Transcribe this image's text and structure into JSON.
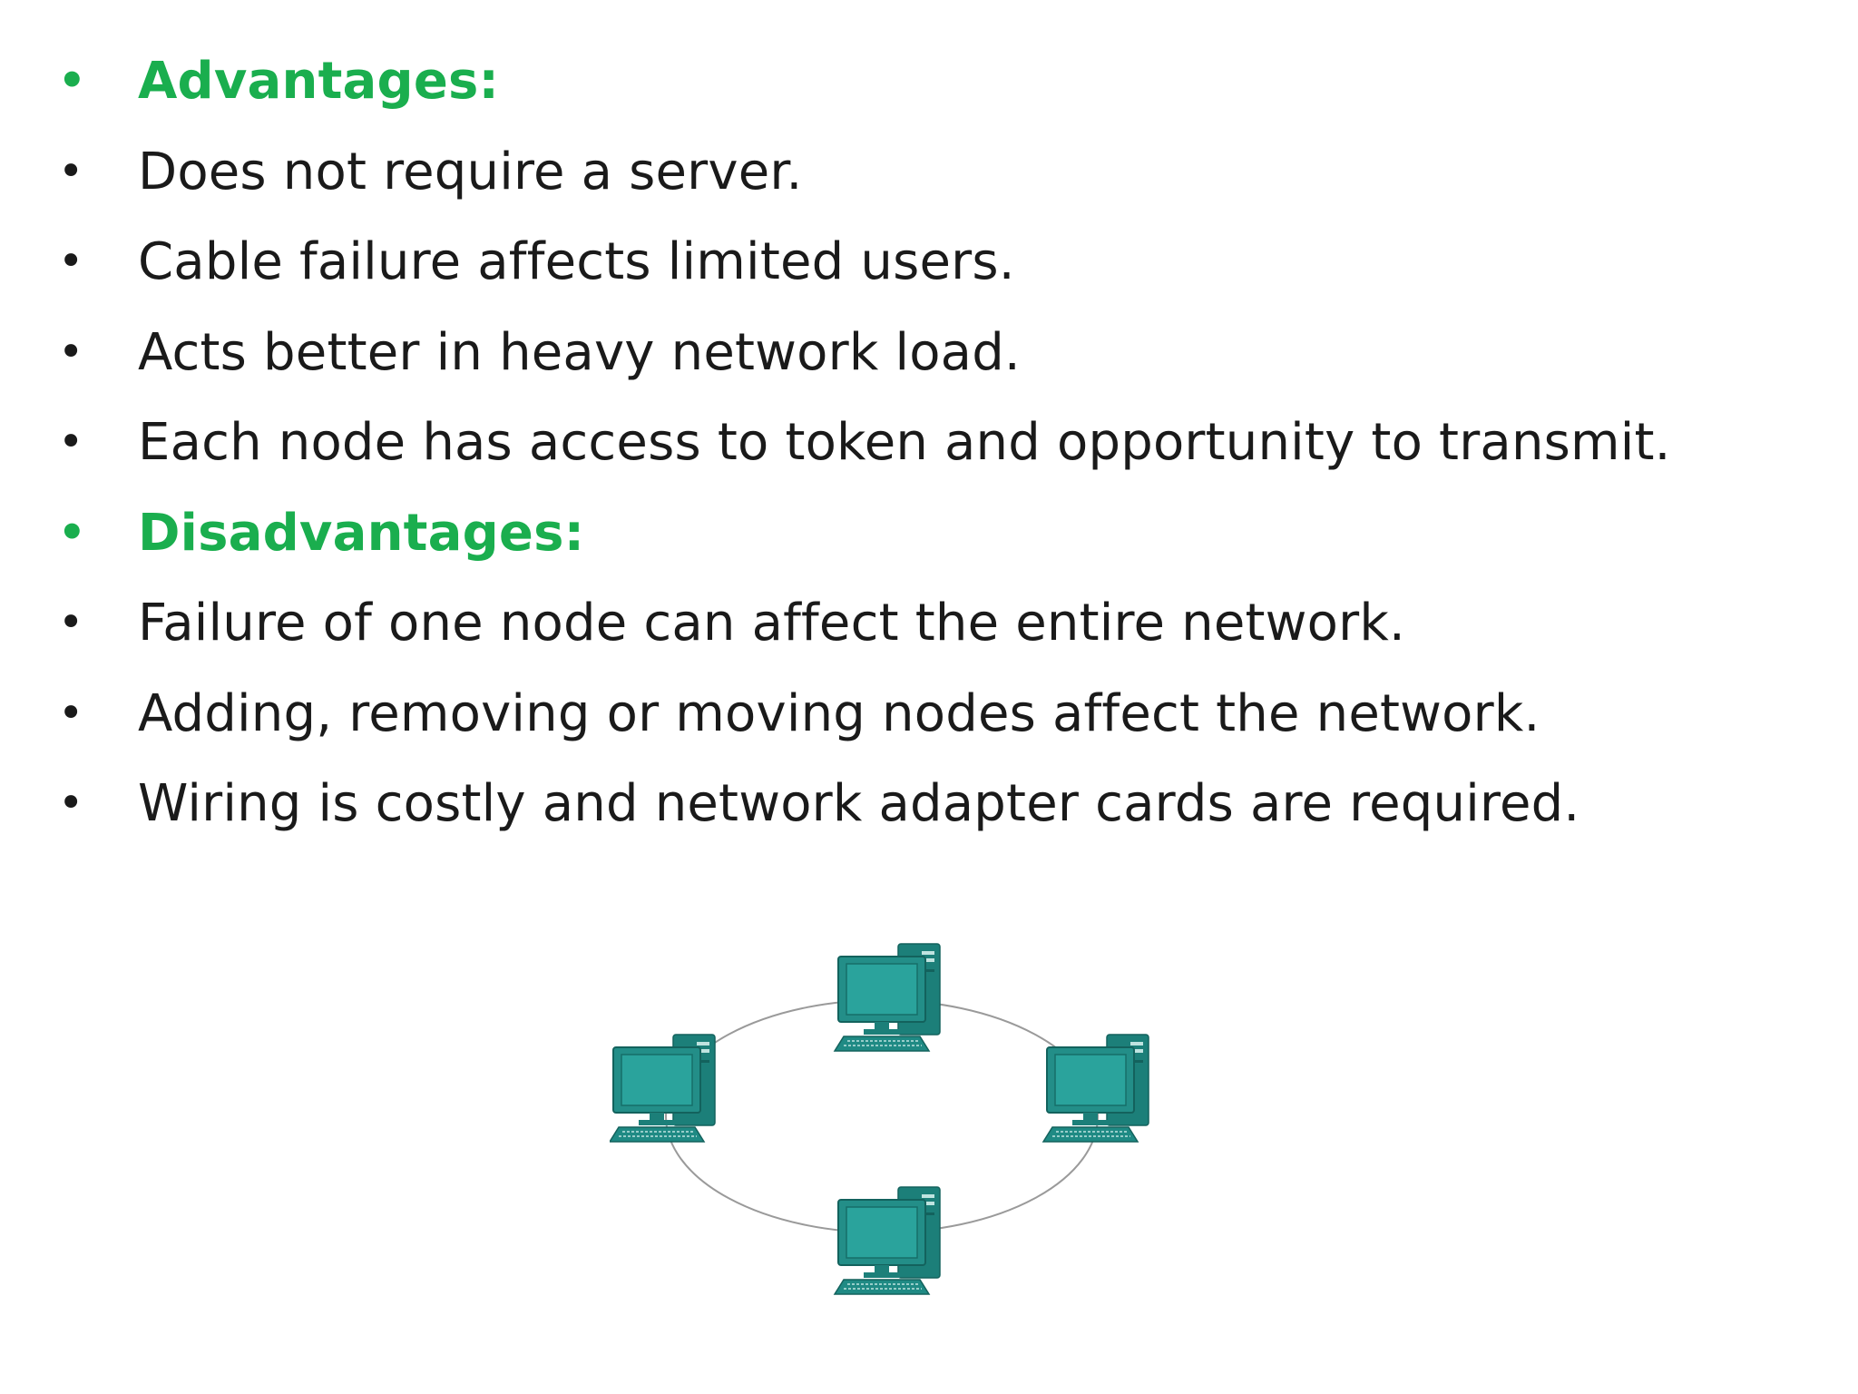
{
  "bullets": [
    {
      "text": "Advantages:",
      "heading": true
    },
    {
      "text": "Does not require a server.",
      "heading": false
    },
    {
      "text": "Cable failure affects limited users.",
      "heading": false
    },
    {
      "text": "Acts better in heavy network load.",
      "heading": false
    },
    {
      "text": "Each node has access to token and opportunity to transmit.",
      "heading": false
    },
    {
      "text": "Disadvantages:",
      "heading": true
    },
    {
      "text": "Failure of one node can affect the entire network.",
      "heading": false
    },
    {
      "text": "Adding, removing or moving nodes affect the network.",
      "heading": false
    },
    {
      "text": "Wiring is costly and network adapter cards are required.",
      "heading": false
    }
  ],
  "bullet_glyph": "•",
  "colors": {
    "heading": "#1aae4e",
    "body_text": "#1a1a1a",
    "computer": "#1f8a84",
    "ring": "#9a9a9a"
  },
  "diagram": {
    "icon": "computer-icon",
    "node_count": 4
  }
}
